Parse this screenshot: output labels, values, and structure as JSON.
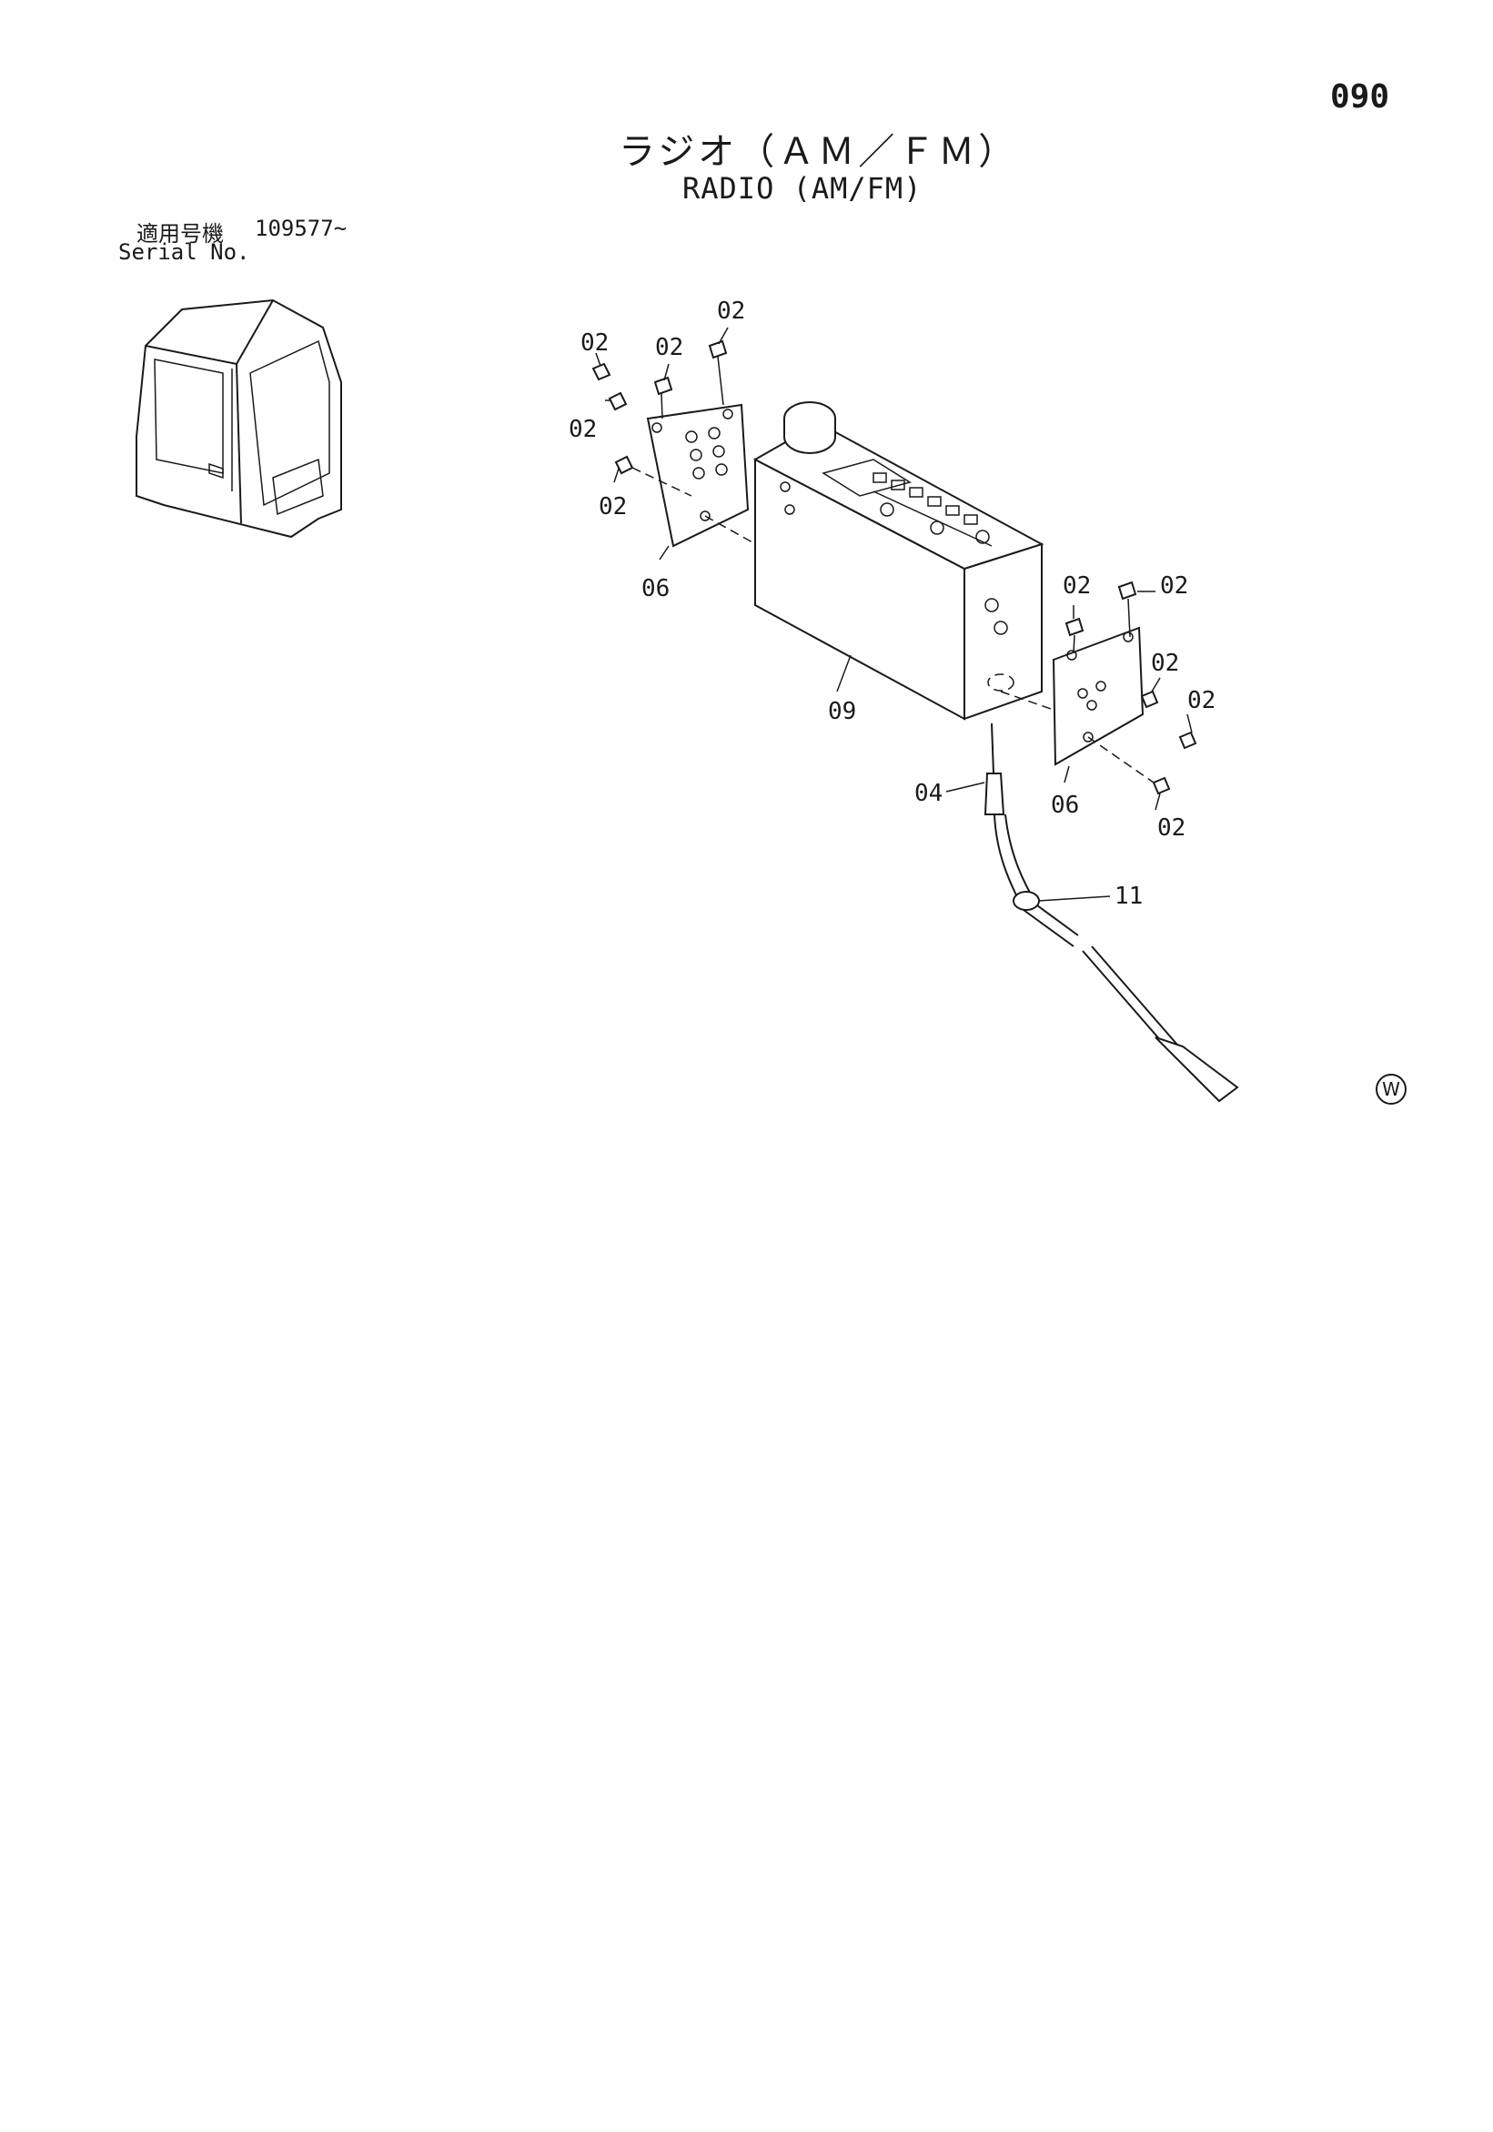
{
  "page_number": "090",
  "title": {
    "ja": "ラジオ（ＡＭ／ＦＭ）",
    "en": "RADIO (AM/FM)"
  },
  "serial": {
    "label_ja": "適用号機",
    "range": "109577~",
    "label_en": "Serial No."
  },
  "callouts": {
    "screw": "02",
    "antenna_plug": "04",
    "bracket": "06",
    "radio_unit": "09",
    "clamp": "11"
  },
  "corner_mark": "W"
}
